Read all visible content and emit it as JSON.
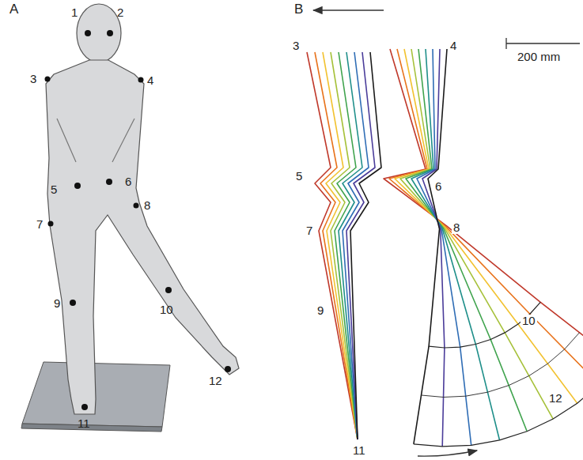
{
  "diagram": {
    "labels": [
      "A",
      "1",
      "2",
      "3",
      "4",
      "5",
      "6",
      "7",
      "8",
      "9",
      "10",
      "11",
      "12",
      "B",
      "3",
      "4",
      "5",
      "6",
      "7",
      "8",
      "9",
      "10",
      "11",
      "12",
      "200 mm"
    ]
  }
}
